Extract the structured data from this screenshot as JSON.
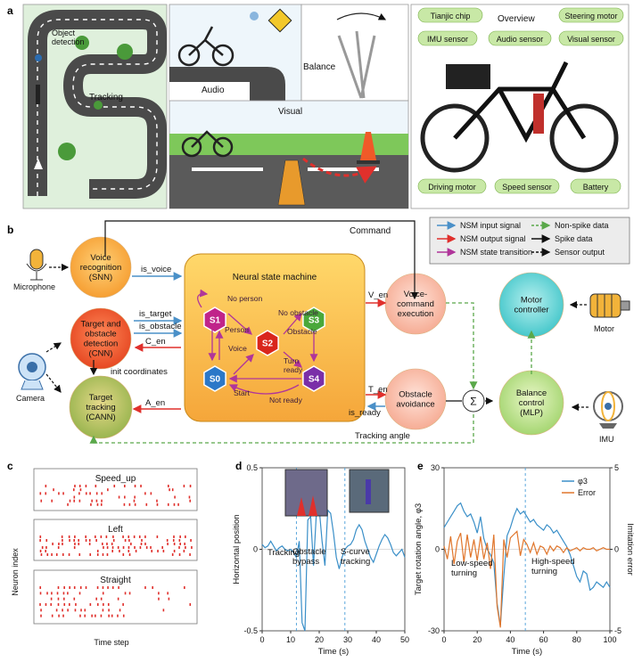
{
  "panel_labels": {
    "a": "a",
    "b": "b",
    "c": "c",
    "d": "d",
    "e": "e"
  },
  "panel_a": {
    "track_labels": {
      "object_detection": "Object\ndetection",
      "tracking": "Tracking"
    },
    "scene_labels": {
      "audio": "Audio",
      "balance": "Balance",
      "visual": "Visual"
    },
    "overview": {
      "title": "Overview",
      "components": [
        "Tianjic chip",
        "Steering motor",
        "IMU sensor",
        "Audio sensor",
        "Visual sensor",
        "Driving motor",
        "Speed sensor",
        "Battery"
      ]
    }
  },
  "panel_b": {
    "command": "Command",
    "microphone": "Microphone",
    "camera": "Camera",
    "motor": "Motor",
    "imu": "IMU",
    "nodes": {
      "voice": "Voice\nrecognition\n(SNN)",
      "detection": "Target and\nobstacle\ndetection\n(CNN)",
      "tracking": "Target\ntracking\n(CANN)",
      "voice_cmd": "Voice-\ncommand\nexecution",
      "obstacle": "Obstacle\navoidance",
      "motor_ctrl": "Motor\ncontroller",
      "balance": "Balance\ncontrol\n(MLP)",
      "sigma": "Σ"
    },
    "nsm": {
      "title": "Neural state machine",
      "states": [
        "S1",
        "S2",
        "S3",
        "S0",
        "S4"
      ],
      "transitions": [
        "No person",
        "Person",
        "No obstacle",
        "Obstacle",
        "Voice",
        "Turn\nready",
        "Start",
        "Not ready"
      ]
    },
    "signals": [
      "is_voice",
      "is_target",
      "is_obstacle",
      "C_en",
      "init coordinates",
      "A_en",
      "V_en",
      "T_en",
      "is_ready",
      "Tracking angle"
    ],
    "legend": [
      {
        "label": "NSM input signal",
        "color": "#4a90c8"
      },
      {
        "label": "NSM output signal",
        "color": "#e0302c"
      },
      {
        "label": "NSM state transition",
        "color": "#b0359a"
      },
      {
        "label": "Non-spike data",
        "color": "#5aa84a"
      },
      {
        "label": "Spike data",
        "color": "#111111"
      },
      {
        "label": "Sensor output",
        "color": "#111111"
      }
    ]
  },
  "panel_c": {
    "ylabel": "Neuron index",
    "xlabel": "Time step",
    "groups": [
      "Speed_up",
      "Left",
      "Straight"
    ]
  },
  "chart_data": [
    {
      "type": "line",
      "panel": "d",
      "xlabel": "Time (s)",
      "ylabel": "Horizontal position",
      "xlim": [
        0,
        50
      ],
      "ylim": [
        -0.5,
        0.5
      ],
      "xticks": [
        0,
        10,
        20,
        30,
        40,
        50
      ],
      "yticks": [
        -0.5,
        0,
        0.5
      ],
      "phases": [
        "Tracking",
        "Obstacle\nbypass",
        "S-curve\ntracking"
      ],
      "phase_boundaries": [
        12,
        29
      ],
      "series": [
        {
          "color": "#3a8fc8",
          "x": [
            0,
            1,
            2,
            3,
            4,
            5,
            6,
            7,
            8,
            9,
            10,
            11,
            12,
            13,
            14,
            15,
            16,
            17,
            18,
            19,
            20,
            21,
            22,
            23,
            24,
            25,
            26,
            27,
            28,
            29,
            30,
            31,
            32,
            33,
            34,
            35,
            36,
            37,
            38,
            39,
            40,
            41,
            42,
            43,
            44,
            45,
            46,
            47,
            48,
            49,
            50
          ],
          "y": [
            0.03,
            0.01,
            0.02,
            0.05,
            0.02,
            -0.01,
            0.01,
            0.02,
            0.0,
            -0.01,
            0.0,
            -0.02,
            -0.05,
            0.05,
            -0.45,
            -0.5,
            0.18,
            0.2,
            -0.1,
            0.22,
            0.25,
            0.05,
            -0.1,
            0.24,
            0.22,
            0.1,
            -0.05,
            -0.12,
            -0.05,
            0.0,
            0.02,
            0.03,
            0.06,
            0.12,
            0.15,
            0.12,
            0.05,
            0.0,
            -0.05,
            -0.08,
            -0.03,
            0.02,
            0.06,
            0.09,
            0.07,
            0.03,
            -0.02,
            -0.04,
            -0.02,
            0.0,
            -0.05
          ]
        }
      ]
    },
    {
      "type": "line",
      "panel": "e",
      "xlabel": "Time (s)",
      "ylabel": "Target rotation angle, φ3",
      "ylabel_right": "Imitation error",
      "xlim": [
        0,
        100
      ],
      "ylim": [
        -30,
        30
      ],
      "ylim_right": [
        -5,
        5
      ],
      "xticks": [
        0,
        20,
        40,
        60,
        80,
        100
      ],
      "yticks": [
        -30,
        0,
        30
      ],
      "yticks_right": [
        -5,
        0,
        5
      ],
      "phases": [
        "Low-speed\nturning",
        "High-speed\nturning"
      ],
      "phase_boundaries": [
        49
      ],
      "series": [
        {
          "name": "φ3",
          "color": "#3a8fc8",
          "x": [
            0,
            2,
            4,
            6,
            8,
            10,
            12,
            14,
            16,
            18,
            20,
            22,
            24,
            26,
            28,
            30,
            32,
            34,
            36,
            38,
            40,
            42,
            44,
            46,
            48,
            50,
            52,
            54,
            56,
            58,
            60,
            62,
            64,
            66,
            68,
            70,
            72,
            74,
            76,
            78,
            80,
            82,
            84,
            86,
            88,
            90,
            92,
            94,
            96,
            98,
            100
          ],
          "y": [
            8,
            10,
            12,
            14,
            16,
            17,
            14,
            12,
            13,
            10,
            6,
            12,
            4,
            0,
            -2,
            -5,
            -20,
            -28,
            -10,
            5,
            8,
            12,
            15,
            13,
            14,
            12,
            10,
            11,
            9,
            8,
            7,
            9,
            8,
            6,
            7,
            5,
            3,
            1,
            -2,
            -6,
            -10,
            -12,
            -8,
            -9,
            -15,
            -14,
            -12,
            -13,
            -14,
            -12,
            -14
          ]
        },
        {
          "name": "Error",
          "color": "#e0762c",
          "x": [
            0,
            2,
            4,
            6,
            8,
            10,
            12,
            14,
            16,
            18,
            20,
            22,
            24,
            26,
            28,
            30,
            32,
            34,
            36,
            38,
            40,
            42,
            44,
            46,
            48,
            50,
            52,
            54,
            56,
            58,
            60,
            62,
            64,
            66,
            68,
            70,
            72,
            74,
            76,
            78,
            80,
            82,
            84,
            86,
            88,
            90,
            92,
            94,
            96,
            98,
            100
          ],
          "y": [
            0.2,
            -0.6,
            0.8,
            -0.9,
            0.5,
            1.0,
            -0.8,
            0.9,
            -0.5,
            0.6,
            -0.7,
            0.8,
            -0.6,
            0.4,
            -1.2,
            0.9,
            -3.5,
            -4.8,
            0.6,
            -0.5,
            0.7,
            0.9,
            1.1,
            -0.4,
            0.6,
            0.3,
            -0.2,
            0.4,
            -0.3,
            0.2,
            0.1,
            -0.3,
            0.2,
            -0.1,
            0.2,
            0.1,
            -0.2,
            0.1,
            -0.1,
            0.0,
            0.1,
            -0.1,
            0.1,
            0.0,
            0.0,
            0.1,
            -0.1,
            0.0,
            0.1,
            0.0,
            0.0
          ]
        }
      ]
    }
  ]
}
